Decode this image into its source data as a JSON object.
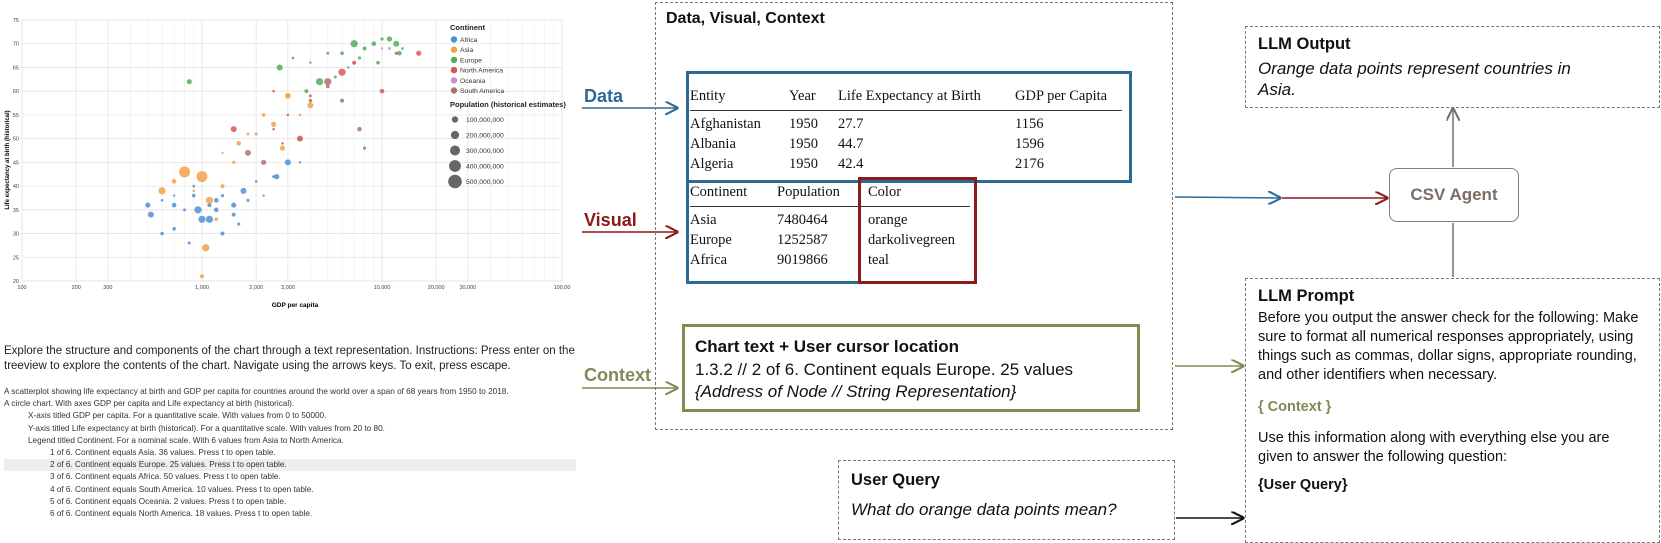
{
  "chart": {
    "xlabel": "GDP per capita",
    "ylabel": "Life expectancy at birth (historical)",
    "x_ticks": [
      "100",
      "200",
      "300",
      "1,000",
      "2,000",
      "3,000",
      "10,000",
      "20,000",
      "30,000",
      "100,00"
    ],
    "y_ticks": [
      "20",
      "25",
      "30",
      "35",
      "40",
      "45",
      "50",
      "55",
      "60",
      "65",
      "70",
      "75"
    ],
    "legend_title": "Continent",
    "legend": [
      {
        "name": "Africa",
        "color": "#4c92d6"
      },
      {
        "name": "Asia",
        "color": "#f2a14a"
      },
      {
        "name": "Europe",
        "color": "#4fae5a"
      },
      {
        "name": "North America",
        "color": "#d85755"
      },
      {
        "name": "Oceania",
        "color": "#c58fd5"
      },
      {
        "name": "South America",
        "color": "#a9776a"
      }
    ],
    "size_legend_title": "Population (historical estimates)",
    "size_legend": [
      "100,000,000",
      "200,000,000",
      "300,000,000",
      "400,000,000",
      "500,000,000"
    ]
  },
  "chart_data": {
    "type": "scatter",
    "xlabel": "GDP per capita",
    "ylabel": "Life expectancy at birth (historical)",
    "x_scale": "log",
    "xlim": [
      100,
      100000
    ],
    "ylim": [
      20,
      75
    ],
    "series": [
      {
        "name": "Africa",
        "points": [
          [
            500,
            36
          ],
          [
            520,
            34
          ],
          [
            600,
            37
          ],
          [
            700,
            38
          ],
          [
            800,
            35
          ],
          [
            900,
            38
          ],
          [
            1000,
            33
          ],
          [
            1100,
            36
          ],
          [
            1200,
            37
          ],
          [
            1300,
            38
          ],
          [
            1500,
            36
          ],
          [
            1700,
            39
          ],
          [
            2000,
            41
          ],
          [
            2200,
            38
          ],
          [
            2500,
            42
          ],
          [
            700,
            31
          ],
          [
            1100,
            33
          ],
          [
            1500,
            34
          ],
          [
            1200,
            35
          ],
          [
            1800,
            37
          ],
          [
            2600,
            42
          ],
          [
            3000,
            45
          ],
          [
            900,
            40
          ],
          [
            3500,
            45
          ],
          [
            850,
            28
          ],
          [
            600,
            30
          ],
          [
            950,
            35
          ],
          [
            1300,
            30
          ],
          [
            700,
            36
          ],
          [
            1600,
            32
          ]
        ]
      },
      {
        "name": "Asia",
        "points": [
          [
            800,
            43
          ],
          [
            1000,
            42
          ],
          [
            1100,
            37
          ],
          [
            1300,
            40
          ],
          [
            1600,
            49
          ],
          [
            2000,
            51
          ],
          [
            2500,
            53
          ],
          [
            3000,
            59
          ],
          [
            3500,
            55
          ],
          [
            5000,
            62
          ],
          [
            7000,
            66
          ],
          [
            1200,
            33
          ],
          [
            1050,
            27
          ],
          [
            1000,
            21
          ],
          [
            700,
            41
          ],
          [
            1500,
            45
          ],
          [
            2800,
            48
          ],
          [
            4000,
            57
          ],
          [
            900,
            39
          ],
          [
            1300,
            47
          ],
          [
            1800,
            51
          ],
          [
            2200,
            55
          ],
          [
            600,
            39
          ]
        ]
      },
      {
        "name": "Europe",
        "points": [
          [
            850,
            62
          ],
          [
            2700,
            65
          ],
          [
            3200,
            67
          ],
          [
            4000,
            66
          ],
          [
            5000,
            68
          ],
          [
            6000,
            68
          ],
          [
            7000,
            70
          ],
          [
            8000,
            69
          ],
          [
            9000,
            70
          ],
          [
            10000,
            71
          ],
          [
            11000,
            71
          ],
          [
            12000,
            70
          ],
          [
            13000,
            69
          ],
          [
            6500,
            65
          ],
          [
            5500,
            63
          ],
          [
            9500,
            66
          ],
          [
            4500,
            62
          ],
          [
            3800,
            60
          ],
          [
            12500,
            68
          ],
          [
            7500,
            67
          ]
        ]
      },
      {
        "name": "North America",
        "points": [
          [
            1500,
            52
          ],
          [
            2500,
            60
          ],
          [
            3000,
            55
          ],
          [
            4000,
            59
          ],
          [
            5000,
            61
          ],
          [
            6000,
            64
          ],
          [
            7000,
            66
          ],
          [
            10000,
            60
          ],
          [
            12000,
            68
          ],
          [
            16000,
            68
          ],
          [
            3500,
            50
          ],
          [
            2800,
            49
          ]
        ]
      },
      {
        "name": "Oceania",
        "points": [
          [
            10000,
            69
          ],
          [
            11000,
            69
          ]
        ]
      },
      {
        "name": "South America",
        "points": [
          [
            1800,
            47
          ],
          [
            2500,
            52
          ],
          [
            3000,
            55
          ],
          [
            3500,
            50
          ],
          [
            4000,
            58
          ],
          [
            5000,
            62
          ],
          [
            6000,
            58
          ],
          [
            7500,
            52
          ],
          [
            8000,
            48
          ],
          [
            2200,
            45
          ]
        ]
      }
    ]
  },
  "explore_text": "Explore the structure and components of the chart through a text representation. Instructions: Press enter on the treeview to explore the contents of the chart. Navigate using the arrows keys. To exit, press escape.",
  "tree": {
    "root": "A scatterplot showing life expectancy at birth and GDP per capita for countries around the world over a span of 68 years from 1950 to 2018.",
    "chart": "A circle chart. With axes GDP per capita and Life expectancy at birth (historical).",
    "x_axis": "X-axis titled GDP per capita. For a quantitative scale. With values from 0 to 50000.",
    "y_axis": "Y-axis titled Life expectancy at birth (historical). For a quantitative scale. With values from 20 to 80.",
    "legend": "Legend titled Continent. For a nominal scale. With 6 values from Asia to North America.",
    "items": [
      "1 of 6. Continent equals Asia. 36 values. Press t to open table.",
      "2 of 6. Continent equals Europe. 25 values. Press t to open table.",
      "3 of 6. Continent equals Africa. 50 values. Press t to open table.",
      "4 of 6. Continent equals South America. 10 values. Press t to open table.",
      "5 of 6. Continent equals Oceania. 2 values. Press t to open table.",
      "6 of 6. Continent equals North America. 18 values. Press t to open table."
    ]
  },
  "labels": {
    "data": "Data",
    "visual": "Visual",
    "context": "Context"
  },
  "panel": {
    "title": "Data, Visual, Context",
    "data_table": {
      "headers": [
        "Entity",
        "Year",
        "Life Expectancy at Birth",
        "GDP per Capita"
      ],
      "rows": [
        [
          "Afghanistan",
          "1950",
          "27.7",
          "1156"
        ],
        [
          "Albania",
          "1950",
          "44.7",
          "1596"
        ],
        [
          "Algeria",
          "1950",
          "42.4",
          "2176"
        ]
      ]
    },
    "visual_table": {
      "headers": [
        "Continent",
        "Population"
      ],
      "rows": [
        [
          "Asia",
          "7480464"
        ],
        [
          "Europe",
          "1252587"
        ],
        [
          "Africa",
          "9019866"
        ]
      ],
      "color_header": "Color",
      "colors": [
        "orange",
        "darkolivegreen",
        "teal"
      ]
    },
    "context": {
      "title": "Chart text + User cursor location",
      "line": "1.3.2 // 2 of 6. Continent equals Europe. 25 values",
      "italic": "{Address of Node // String Representation}"
    }
  },
  "agent": {
    "label": "CSV Agent"
  },
  "output": {
    "title": "LLM Output",
    "text": "Orange data points represent countries in Asia."
  },
  "prompt": {
    "title": "LLM Prompt",
    "text1": "Before you output the answer check for the following: Make sure to format all numerical responses appropriately, using things such as commas, dollar signs, appropriate rounding, and other identifiers when necessary.",
    "context_tag": "{ Context }",
    "text2": "Use this information along with everything else you are given to answer the following question:",
    "query_tag": "{User Query}"
  },
  "query": {
    "title": "User Query",
    "text": "What do orange data points mean?"
  },
  "colors": {
    "data_blue": "#2e6a96",
    "visual_red": "#8b1a1a",
    "context_olive": "#7f8a55",
    "agent_brown": "#8a7d72"
  }
}
